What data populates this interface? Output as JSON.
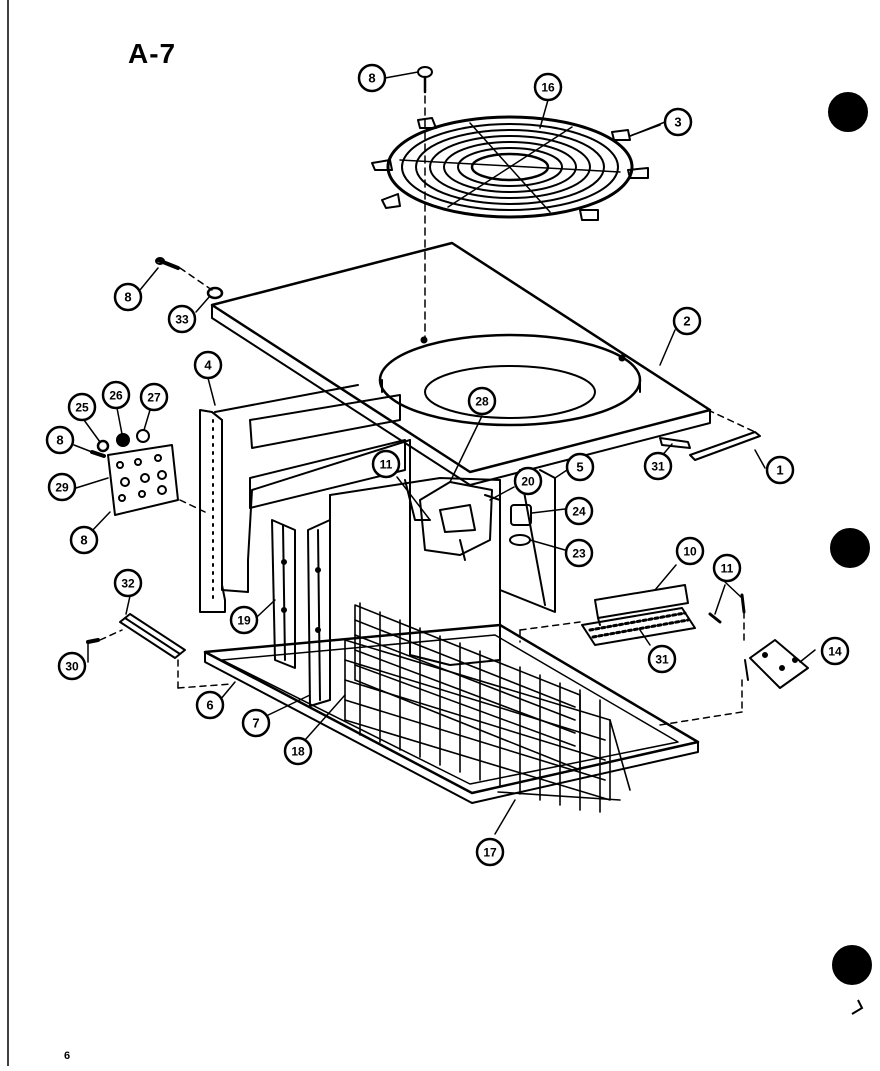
{
  "page": {
    "title": "A-7",
    "page_number": "6"
  },
  "callouts": [
    {
      "id": "c-8-top",
      "label": "8"
    },
    {
      "id": "c-16-top",
      "label": "16"
    },
    {
      "id": "c-3",
      "label": "3"
    },
    {
      "id": "c-8-left",
      "label": "8"
    },
    {
      "id": "c-33",
      "label": "33"
    },
    {
      "id": "c-2",
      "label": "2"
    },
    {
      "id": "c-4",
      "label": "4"
    },
    {
      "id": "c-25",
      "label": "25"
    },
    {
      "id": "c-26",
      "label": "26"
    },
    {
      "id": "c-27",
      "label": "27"
    },
    {
      "id": "c-8-bracket",
      "label": "8"
    },
    {
      "id": "c-29",
      "label": "29"
    },
    {
      "id": "c-8-plate",
      "label": "8"
    },
    {
      "id": "c-28",
      "label": "28"
    },
    {
      "id": "c-11-mid",
      "label": "11"
    },
    {
      "id": "c-20",
      "label": "20"
    },
    {
      "id": "c-5",
      "label": "5"
    },
    {
      "id": "c-31-top",
      "label": "31"
    },
    {
      "id": "c-1",
      "label": "1"
    },
    {
      "id": "c-24",
      "label": "24"
    },
    {
      "id": "c-23",
      "label": "23"
    },
    {
      "id": "c-10",
      "label": "10"
    },
    {
      "id": "c-11-right",
      "label": "11"
    },
    {
      "id": "c-31-bot",
      "label": "31"
    },
    {
      "id": "c-14",
      "label": "14"
    },
    {
      "id": "c-32",
      "label": "32"
    },
    {
      "id": "c-30",
      "label": "30"
    },
    {
      "id": "c-19",
      "label": "19"
    },
    {
      "id": "c-6",
      "label": "6"
    },
    {
      "id": "c-7",
      "label": "7"
    },
    {
      "id": "c-18",
      "label": "18"
    },
    {
      "id": "c-17",
      "label": "17"
    }
  ]
}
